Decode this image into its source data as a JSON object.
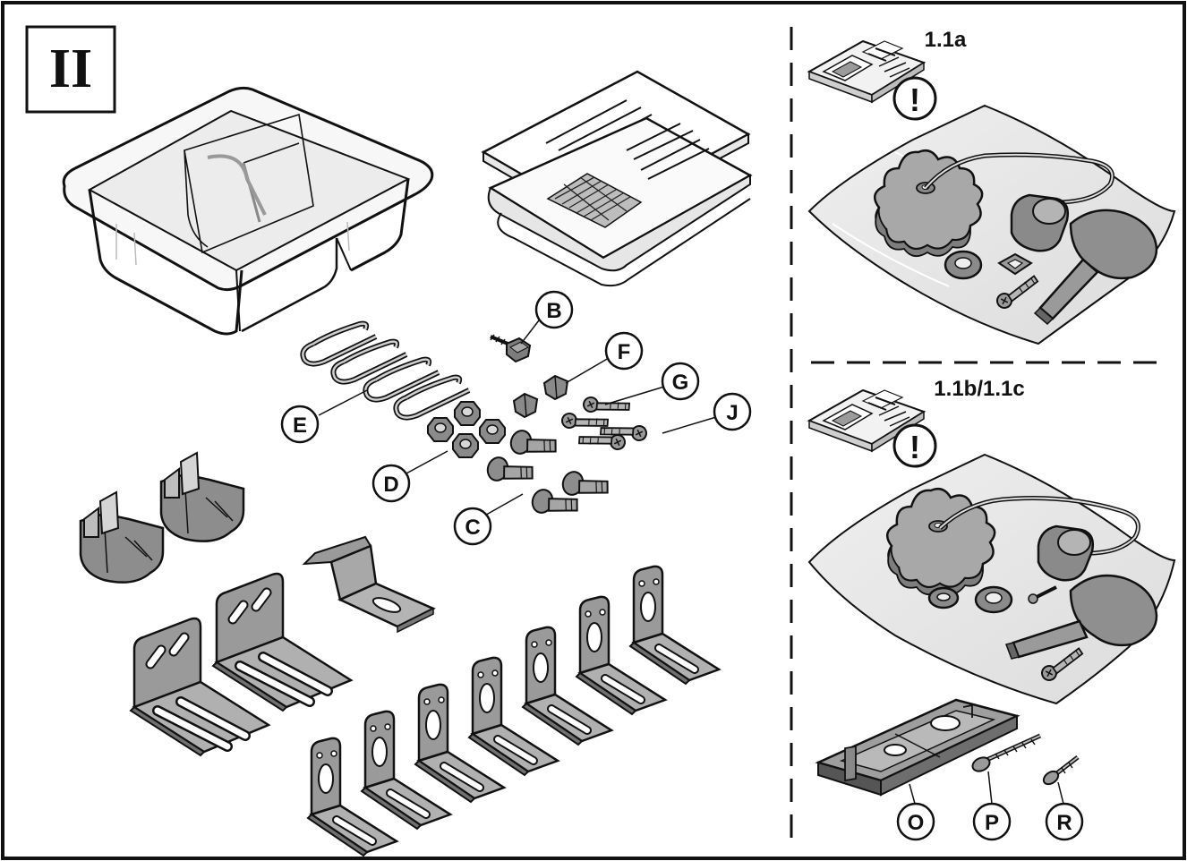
{
  "section_numeral": "II",
  "variants": [
    {
      "id": "variant-1-1a",
      "title": "1.1a"
    },
    {
      "id": "variant-1-1b-1-1c",
      "title": "1.1b/1.1c"
    }
  ],
  "part_labels": {
    "B": "B",
    "C": "C",
    "D": "D",
    "E": "E",
    "F": "F",
    "G": "G",
    "J": "J",
    "O": "O",
    "P": "P",
    "R": "R"
  },
  "warning_symbol": "!",
  "colors": {
    "stroke": "#111111",
    "metal": "#8a8a8a",
    "metal_light": "#bdbdbd",
    "bag": "#e8e8e8",
    "paper": "#f4f4f4"
  }
}
